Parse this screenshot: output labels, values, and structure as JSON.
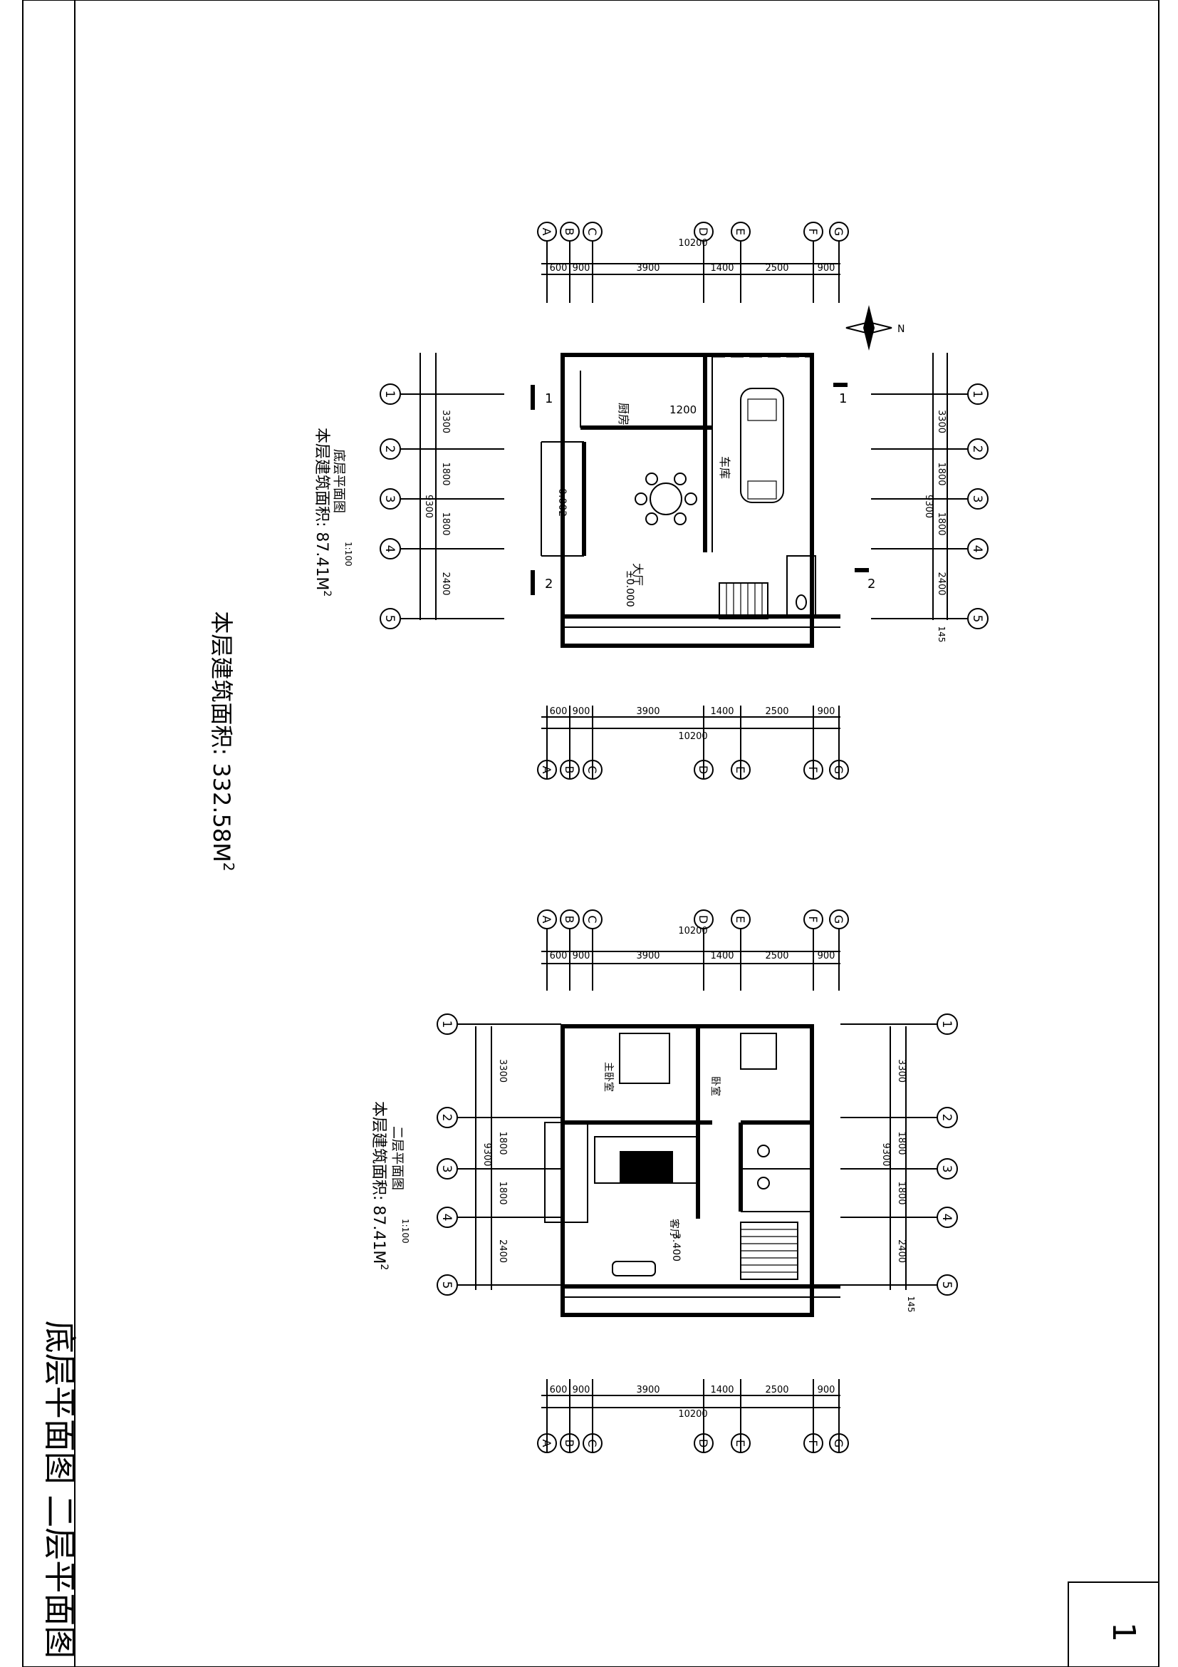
{
  "sheet": {
    "title_block": "底层平面图 二层平面图",
    "sheet_number": "1",
    "total_area": "本层建筑面积: 332.58M",
    "area_sup": "2"
  },
  "plan1": {
    "name": "底层平面图",
    "scale": "1:100",
    "area": "本层建筑面积: 87.41M",
    "area_sup": "2",
    "rooms": {
      "kitchen": "厨房",
      "garage": "车库",
      "living": "大厅"
    },
    "levels": {
      "living": "±0.000",
      "entry": "-0.002"
    },
    "dim_1200": "1200",
    "sections": [
      "1",
      "1",
      "2",
      "2"
    ]
  },
  "plan2": {
    "name": "二层平面图",
    "scale": "1:100",
    "area": "本层建筑面积: 87.41M",
    "area_sup": "2",
    "rooms": {
      "master": "主卧室",
      "bedroom": "卧室",
      "living": "客厅"
    },
    "levels": {
      "living": "3.400"
    }
  },
  "grid": {
    "columns": [
      "A",
      "B",
      "C",
      "D",
      "E",
      "F",
      "G"
    ],
    "col_dims": [
      "600",
      "900",
      "3900",
      "1400",
      "2500",
      "900"
    ],
    "col_total": "10200",
    "rows": [
      "1",
      "2",
      "3",
      "4",
      "5"
    ],
    "row_dims": [
      "3300",
      "1800",
      "1800",
      "2400"
    ],
    "row_total": "9300",
    "offset": "145"
  },
  "compass": {
    "label": "N"
  }
}
